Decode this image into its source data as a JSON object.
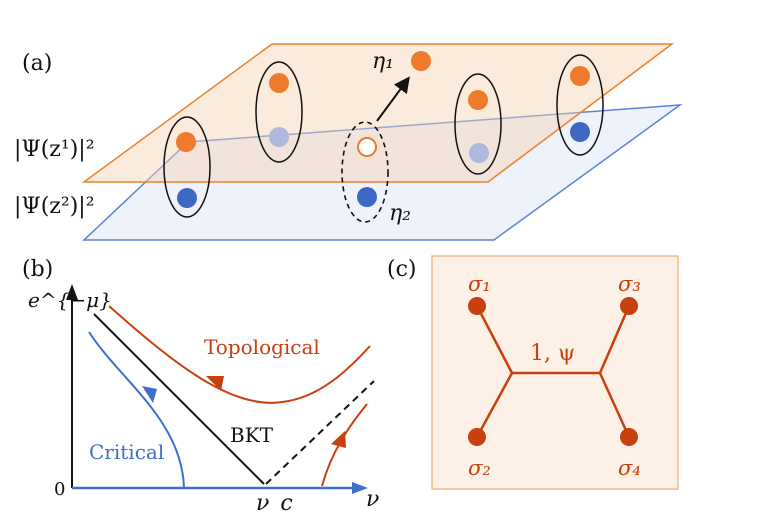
{
  "panel_a": {
    "label": "(a)",
    "layer1_label": "|Ψ(z¹)|²",
    "layer2_label": "|Ψ(z²)|²",
    "eta1": "η₁",
    "eta2": "η₂",
    "colors": {
      "top_plane": "#e8842f",
      "bottom_plane": "#5b84d6",
      "orange": "#ee7a2b",
      "blue": "#3d68c6",
      "light_blue": "#aeb9dd"
    }
  },
  "panel_b": {
    "label": "(b)",
    "y_axis_label": "e^{−μ}",
    "origin_label": "0",
    "x_axis_label": "ν",
    "nu_c_label": "ν_c",
    "topological_label": "Topological",
    "critical_label": "Critical",
    "bkt_label": "BKT",
    "colors": {
      "topological": "#c7400e",
      "critical": "#3d6fcc",
      "bkt": "#000000"
    }
  },
  "panel_c": {
    "label": "(c)",
    "sigma1": "σ₁",
    "sigma2": "σ₂",
    "sigma3": "σ₃",
    "sigma4": "σ₄",
    "channel_label": "1, ψ",
    "colors": {
      "line": "#c7400e",
      "box_fill": "#fdf1e7",
      "box_border": "#f0b98a"
    }
  }
}
